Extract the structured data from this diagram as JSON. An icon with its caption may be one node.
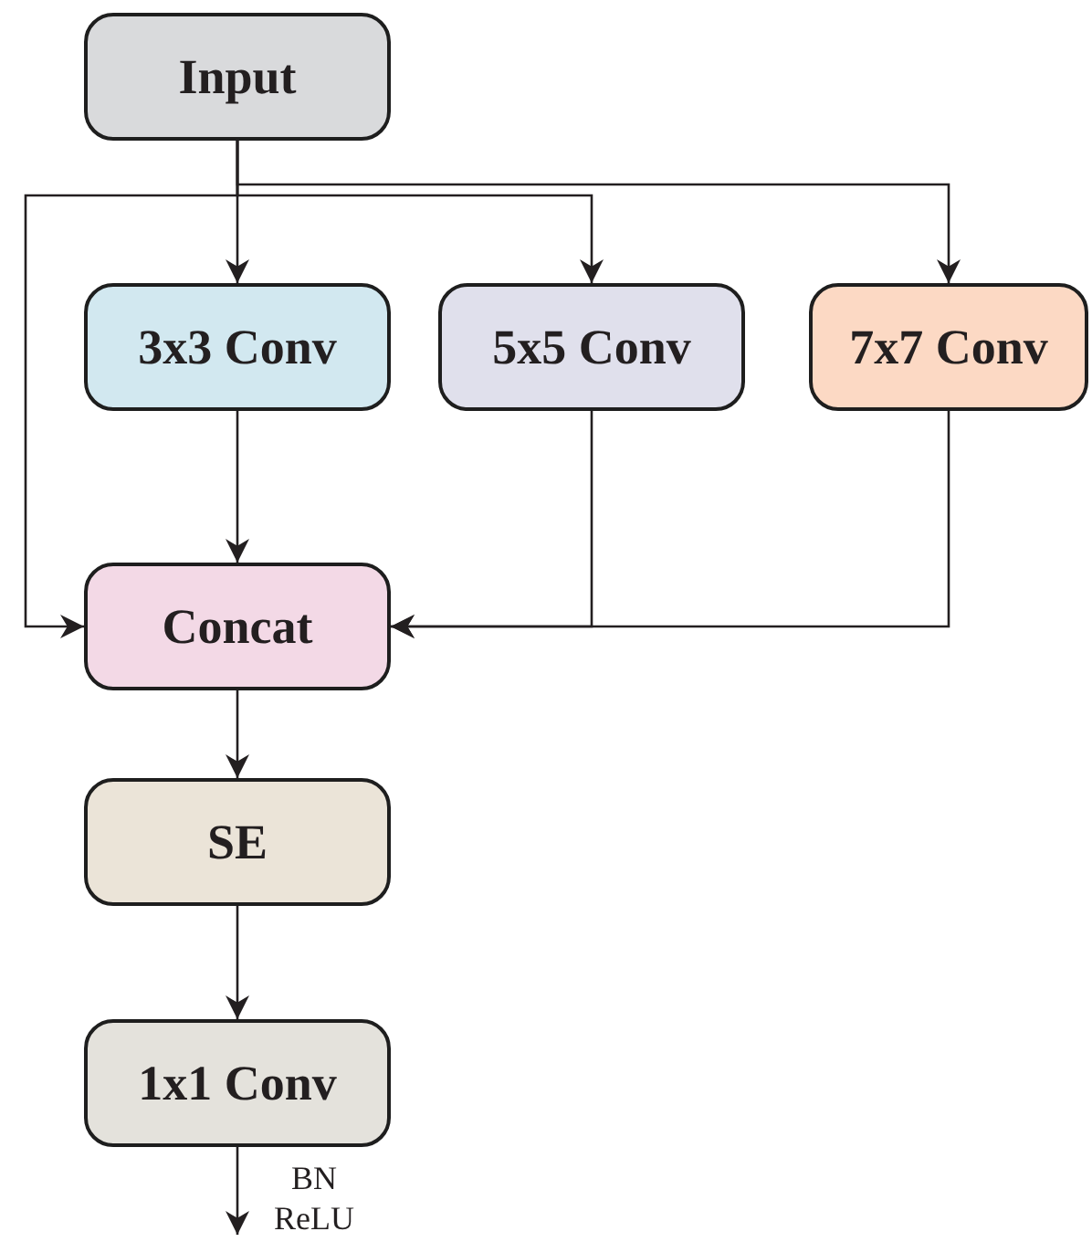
{
  "diagram": {
    "nodes": [
      {
        "text": [
          "Input"
        ]
      },
      {
        "text": [
          "3x3 Conv"
        ]
      },
      {
        "text": [
          "5x5 Conv"
        ]
      },
      {
        "text": [
          "7x7 Conv"
        ]
      },
      {
        "text": [
          "Concat"
        ]
      },
      {
        "text": [
          "SE"
        ]
      },
      {
        "text": [
          "1x1 Conv"
        ]
      }
    ],
    "edges": [
      {
        "from": 0,
        "to": 1,
        "arrow": "to"
      },
      {
        "from": 0,
        "to": 2,
        "arrow": "to"
      },
      {
        "from": 0,
        "to": 3,
        "arrow": "to"
      },
      {
        "from": 0,
        "to": 4,
        "arrow": "to"
      },
      {
        "from": 1,
        "to": 4,
        "arrow": "to"
      },
      {
        "from": 2,
        "to": 4,
        "arrow": "to"
      },
      {
        "from": 3,
        "to": 4,
        "arrow": "to"
      },
      {
        "from": 4,
        "to": 5,
        "arrow": "to"
      },
      {
        "from": 5,
        "to": 6,
        "arrow": "to"
      },
      {
        "from": 6,
        "to": null,
        "arrow": "to",
        "label": "BN ReLU"
      }
    ]
  }
}
